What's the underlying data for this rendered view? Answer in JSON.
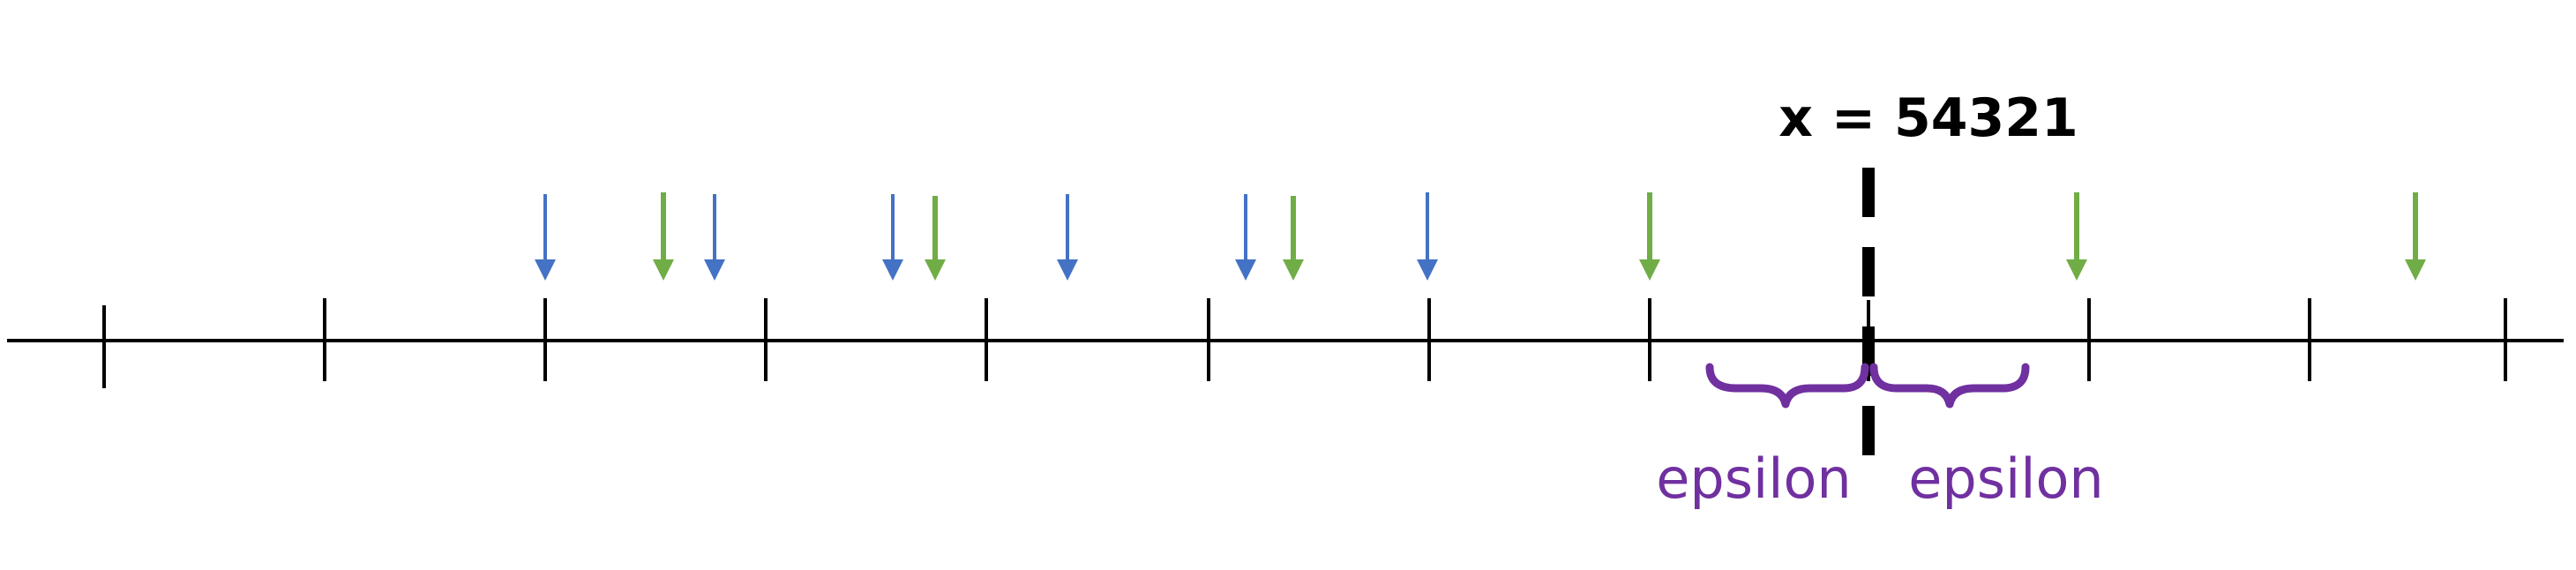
{
  "marker": {
    "label": "x = 54321"
  },
  "epsilon": {
    "left_label": "epsilon",
    "right_label": "epsilon"
  },
  "colors": {
    "axis": "#000000",
    "blue_arrow": "#4472c4",
    "green_arrow": "#70ad47",
    "brace": "#7030a0",
    "marker_line": "#000000"
  },
  "number_line": {
    "tick_count": 12,
    "arrows": [
      {
        "color": "blue"
      },
      {
        "color": "green"
      },
      {
        "color": "blue"
      },
      {
        "color": "blue"
      },
      {
        "color": "green"
      },
      {
        "color": "blue"
      },
      {
        "color": "blue"
      },
      {
        "color": "green"
      },
      {
        "color": "blue"
      },
      {
        "color": "green"
      },
      {
        "color": "green"
      },
      {
        "color": "green"
      }
    ]
  }
}
